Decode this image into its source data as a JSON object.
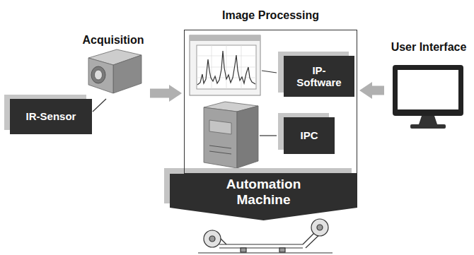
{
  "diagram": {
    "nodes": [
      {
        "text": [
          "Acquisition"
        ]
      },
      {
        "text": [
          "IR-Sensor"
        ]
      },
      {
        "text": [
          "Image Processing"
        ]
      },
      {
        "text": [
          "IP-Software"
        ],
        "in": 2
      },
      {
        "text": [
          "IPC"
        ],
        "in": 2
      },
      {
        "text": [
          "User Interface"
        ]
      },
      {
        "text": [
          "Automation Machine"
        ]
      }
    ],
    "edges": [
      {
        "from": 0,
        "to": 2,
        "arrow": "to"
      },
      {
        "from": 5,
        "to": 2,
        "arrow": "to"
      },
      {
        "from": 1,
        "to": 0,
        "arrow": "none"
      }
    ]
  }
}
